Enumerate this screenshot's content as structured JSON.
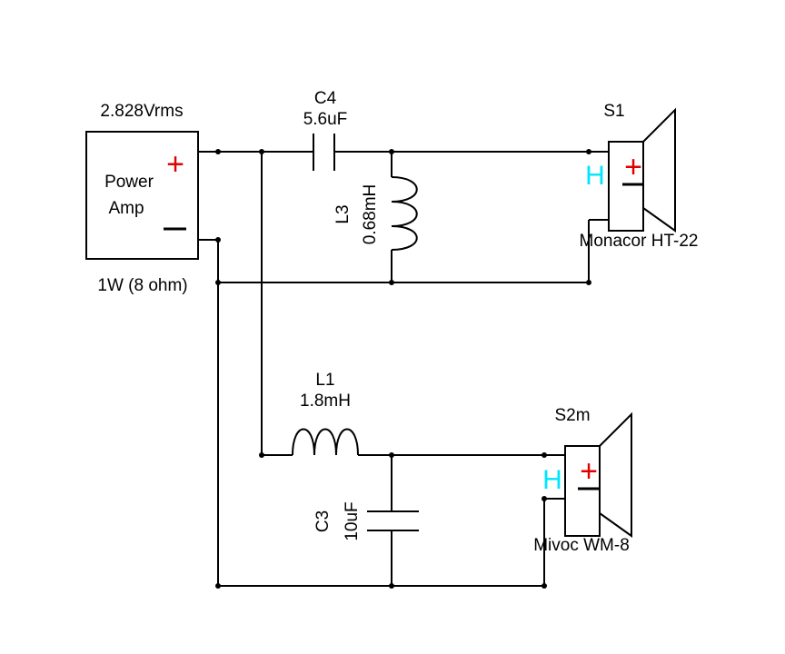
{
  "amp": {
    "voltage": "2.828Vrms",
    "name_line1": "Power",
    "name_line2": "Amp",
    "power": "1W (8 ohm)",
    "plus": "+"
  },
  "c4": {
    "ref": "C4",
    "value": "5.6uF"
  },
  "l3": {
    "ref": "L3",
    "value": "0.68mH"
  },
  "s1": {
    "ref": "S1",
    "model": "Monacor HT-22",
    "h_label": "H",
    "plus": "+"
  },
  "l1": {
    "ref": "L1",
    "value": "1.8mH"
  },
  "c3": {
    "ref": "C3",
    "value": "10uF"
  },
  "s2": {
    "ref": "S2m",
    "model": "Mivoc WM-8",
    "h_label": "H",
    "plus": "+"
  },
  "colors": {
    "wire": "#000000",
    "plus": "#e00000",
    "h_label": "#00e5ff"
  }
}
